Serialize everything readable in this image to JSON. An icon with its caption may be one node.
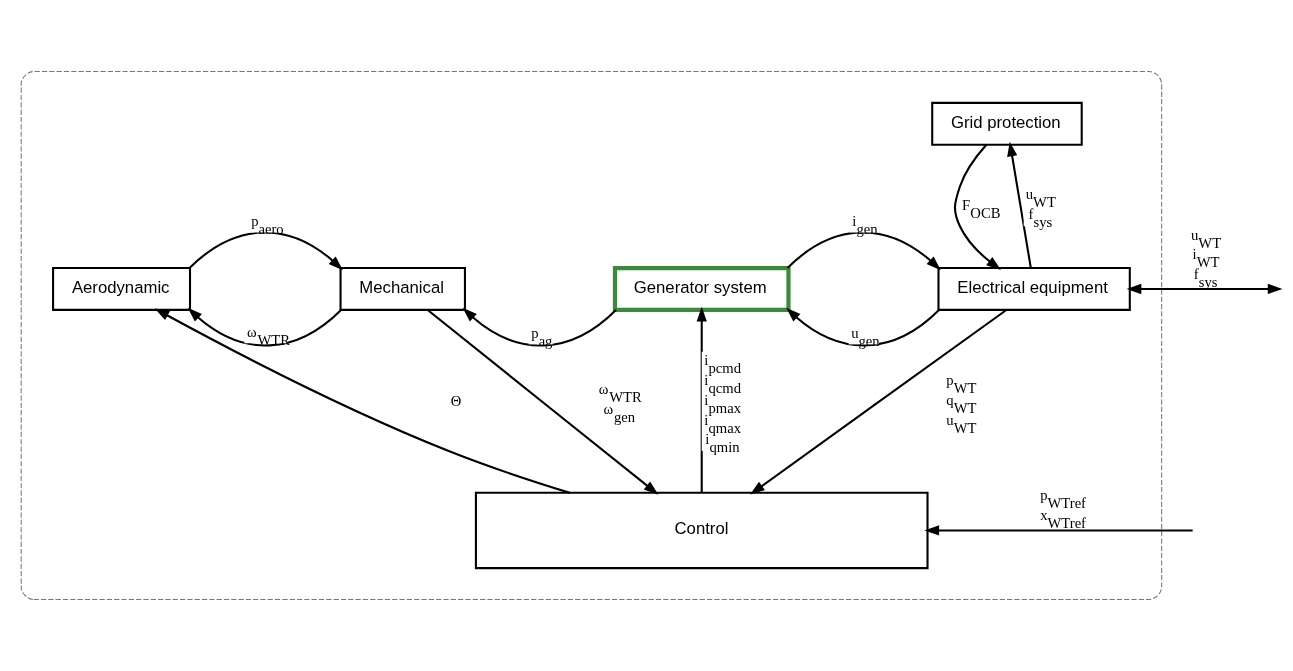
{
  "diagram": {
    "nodes": [
      {
        "text": [],
        "shape": "box"
      },
      {
        "text": [
          "Grid protection"
        ],
        "in": 0
      },
      {
        "text": [
          "Aerodynamic"
        ],
        "in": 0
      },
      {
        "text": [
          "Mechanical"
        ],
        "in": 0
      },
      {
        "text": [
          "Generator system"
        ],
        "in": 0
      },
      {
        "text": [
          "Electrical equipment"
        ],
        "in": 0
      },
      {
        "text": [
          "Control"
        ],
        "in": 0
      }
    ],
    "edges": [
      {
        "from": 2,
        "to": 3,
        "arrow": "to",
        "label": "p$_{aero}$"
      },
      {
        "from": 3,
        "to": 2,
        "arrow": "to",
        "label": "ω$_{WTR}$"
      },
      {
        "from": 4,
        "to": 3,
        "arrow": "to",
        "label": "p$_{ag}$"
      },
      {
        "from": 4,
        "to": 5,
        "arrow": "to",
        "label": "i$_{gen}$"
      },
      {
        "from": 5,
        "to": 4,
        "arrow": "to",
        "label": "u$_{gen}$"
      },
      {
        "from": 5,
        "to": 1,
        "arrow": "to",
        "label": "u$_{WT}$ f$_{sys}$"
      },
      {
        "from": 1,
        "to": 5,
        "arrow": "to",
        "label": "F$_{OCB}$"
      },
      {
        "from": 5,
        "to": null,
        "arrow": "both",
        "label": "u$_{WT}$ i$_{WT}$ f$_{sys}$"
      },
      {
        "from": 6,
        "to": 2,
        "arrow": "to",
        "label": "Θ"
      },
      {
        "from": 3,
        "to": 6,
        "arrow": "to",
        "label": "ω$_{WTR}$ ω$_{gen}$"
      },
      {
        "from": 6,
        "to": 4,
        "arrow": "to",
        "label": "i$_{pcmd}$ i$_{qcmd}$ i$_{pmax}$ i$_{qmax}$ i$_{qmin}$"
      },
      {
        "from": 5,
        "to": 6,
        "arrow": "to",
        "label": "p$_{WT}$ q$_{WT}$ u$_{WT}$"
      },
      {
        "from": null,
        "to": 6,
        "arrow": "to",
        "label": "p$_{WTref}$ x$_{WTref}$"
      }
    ]
  }
}
